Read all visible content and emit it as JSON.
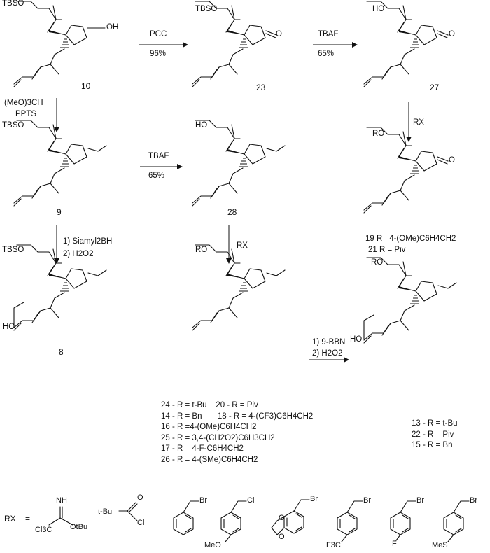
{
  "structures": {
    "s10": {
      "id": "10",
      "groups": [
        "TBSO",
        "OH"
      ]
    },
    "s23": {
      "id": "23",
      "groups": [
        "TBSO",
        "O"
      ]
    },
    "s27": {
      "id": "27",
      "groups": [
        "HO",
        "O"
      ]
    },
    "s9": {
      "id": "9",
      "groups": [
        "TBSO"
      ]
    },
    "s28": {
      "id": "28",
      "groups": [
        "HO"
      ]
    },
    "s19_21": {
      "groups": [
        "RO",
        "O"
      ],
      "legend": [
        "19 R =4-(OMe)C6H4CH2",
        "21 R = Piv"
      ]
    },
    "s8": {
      "id": "8",
      "groups": [
        "TBSO",
        "HO"
      ]
    },
    "s_mid": {
      "groups": [
        "RO"
      ],
      "legend": [
        "24 - R = t-Bu",
        "20 - R = Piv",
        "14 - R = Bn",
        "18 - R = 4-(CF3)C6H4CH2",
        "16 - R =4-(OMe)C6H4CH2",
        "25 - R = 3,4-(CH2O2)C6H3CH2",
        "17 - R = 4-F-C6H4CH2",
        "26 - R = 4-(SMe)C6H4CH2"
      ]
    },
    "s_right": {
      "groups": [
        "RO",
        "HO"
      ],
      "legend": [
        "13 - R = t-Bu",
        "22 - R = Piv",
        "15 - R = Bn"
      ]
    }
  },
  "arrows": {
    "a10_23": {
      "top": "PCC",
      "bottom": "96%"
    },
    "a23_27": {
      "top": "TBAF",
      "bottom": "65%"
    },
    "a10_9": {
      "lines": [
        "(MeO)3CH",
        "PPTS"
      ]
    },
    "a27_19": {
      "label": "RX"
    },
    "a9_28": {
      "top": "TBAF",
      "bottom": "65%"
    },
    "a9_8": {
      "lines": [
        "1) Siamyl2BH",
        "2) H2O2"
      ]
    },
    "a28_mid": {
      "label": "RX"
    },
    "amid_right": {
      "lines": [
        "1) 9-BBN",
        "2) H2O2"
      ]
    }
  },
  "rx": {
    "label": "RX",
    "eq": "=",
    "reagents": {
      "imidate": [
        "NH",
        "Cl3C",
        "OtBu"
      ],
      "pivcl": [
        "O",
        "t-Bu",
        "Cl"
      ],
      "bnbr": [
        "Br"
      ],
      "pmbcl": [
        "Cl",
        "MeO"
      ],
      "pipbr": [
        "Br",
        "O",
        "O"
      ],
      "cf3": [
        "Br",
        "F3C"
      ],
      "fluoro": [
        "Br",
        "F"
      ],
      "sme": [
        "Br",
        "MeS"
      ]
    }
  }
}
